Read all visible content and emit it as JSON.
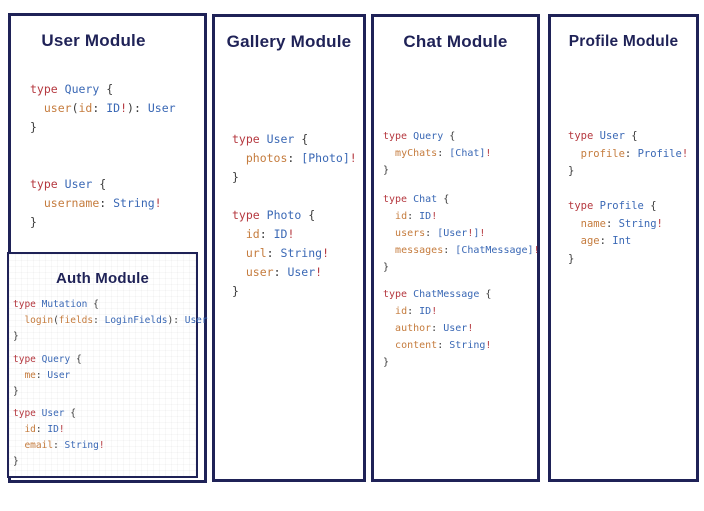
{
  "colors": {
    "accent_navy": "#1f2257",
    "code_keyword": "#b5383f",
    "code_type": "#3a68b5",
    "code_field": "#c57c3e",
    "code_bang": "#b5383f",
    "code_punct": "#3a3a3a"
  },
  "modules": [
    {
      "id": "user",
      "title": "User Module",
      "blocks": [
        [
          "type Query {",
          "  user(id: ID!): User",
          "}"
        ],
        [
          "type User {",
          "  username: String!",
          "}"
        ]
      ]
    },
    {
      "id": "auth",
      "title": "Auth Module",
      "blocks": [
        [
          "type Mutation {",
          "  login(fields: LoginFields): User",
          "}"
        ],
        [
          "type Query {",
          "  me: User",
          "}"
        ],
        [
          "type User {",
          "  id: ID!",
          "  email: String!",
          "}"
        ]
      ]
    },
    {
      "id": "gallery",
      "title": "Gallery Module",
      "blocks": [
        [
          "type User {",
          "  photos: [Photo]!",
          "}"
        ],
        [
          "type Photo {",
          "  id: ID!",
          "  url: String!",
          "  user: User!",
          "}"
        ]
      ]
    },
    {
      "id": "chat",
      "title": "Chat Module",
      "blocks": [
        [
          "type Query {",
          "  myChats: [Chat]!",
          "}"
        ],
        [
          "type Chat {",
          "  id: ID!",
          "  users: [User!]!",
          "  messages: [ChatMessage]!",
          "}"
        ],
        [
          "type ChatMessage {",
          "  id: ID!",
          "  author: User!",
          "  content: String!",
          "}"
        ]
      ]
    },
    {
      "id": "profile",
      "title": "Profile Module",
      "blocks": [
        [
          "type User {",
          "  profile: Profile!",
          "}"
        ],
        [
          "type Profile {",
          "  name: String!",
          "  age: Int",
          "}"
        ]
      ]
    }
  ]
}
